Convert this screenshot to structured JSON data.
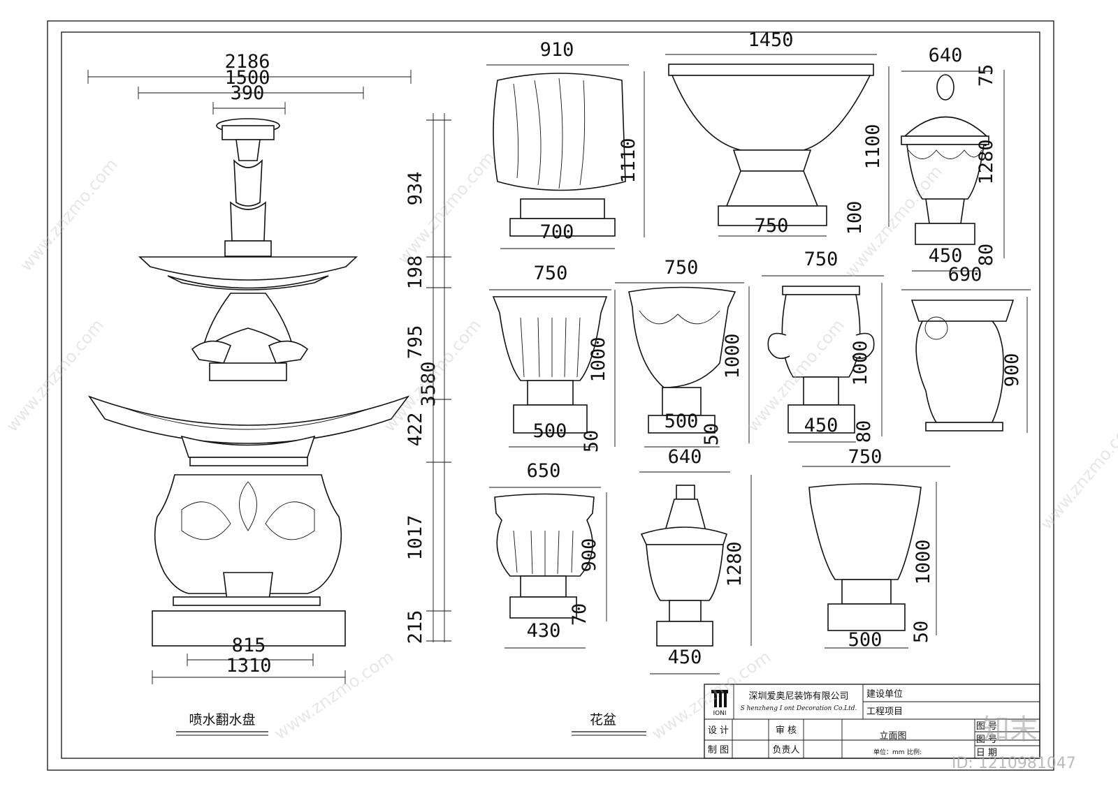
{
  "fountain": {
    "caption": "喷水翻水盘",
    "top_dims": [
      "2186",
      "1500",
      "390"
    ],
    "side_dims": [
      "934",
      "198",
      "795",
      "3580",
      "422",
      "1017",
      "215"
    ],
    "base_dims": [
      "815",
      "1310"
    ]
  },
  "planters": {
    "caption": "花盆",
    "p1": {
      "top": "910",
      "height": "1110",
      "base": "700"
    },
    "p2": {
      "top": "1450",
      "height": "1100",
      "sub": "100",
      "base": "750"
    },
    "p3": {
      "top": "640",
      "small": "75",
      "height": "1280",
      "base": "450",
      "sub": "80"
    },
    "p4": {
      "top": "750",
      "height": "1000",
      "base": "500",
      "sub": "50"
    },
    "p5": {
      "top": "750",
      "height": "1000",
      "base": "500",
      "sub": "50"
    },
    "p6": {
      "top": "750",
      "height": "1000",
      "base": "450",
      "sub": "80"
    },
    "p7": {
      "top": "690",
      "height": "900"
    },
    "p8": {
      "top": "650",
      "height": "900",
      "base": "430",
      "sub": "70"
    },
    "p9": {
      "top": "640",
      "height": "1280",
      "base": "450"
    },
    "p10": {
      "top": "750",
      "height": "1000",
      "base": "500",
      "sub": "50"
    }
  },
  "title_block": {
    "company_cn": "深圳爱奥尼装饰有限公司",
    "company_en": "S henzheng I ont Decoration Co.Ltd.",
    "logo_text": "IONI",
    "builder_label": "建设单位",
    "project_label": "工程项目",
    "design_label": "设 计",
    "review_label": "审 核",
    "draw_label": "制 图",
    "owner_label": "负责人",
    "drawing_name": "立面图",
    "unit_label": "单位：mm",
    "scale_label": "比例:",
    "fig_no_label": "图 号",
    "fig_label": "图 号",
    "date_label": "日 期"
  },
  "watermark": {
    "site": "www.znzmo.com",
    "logo_text": "知末",
    "id_text": "ID: 1210981047"
  }
}
